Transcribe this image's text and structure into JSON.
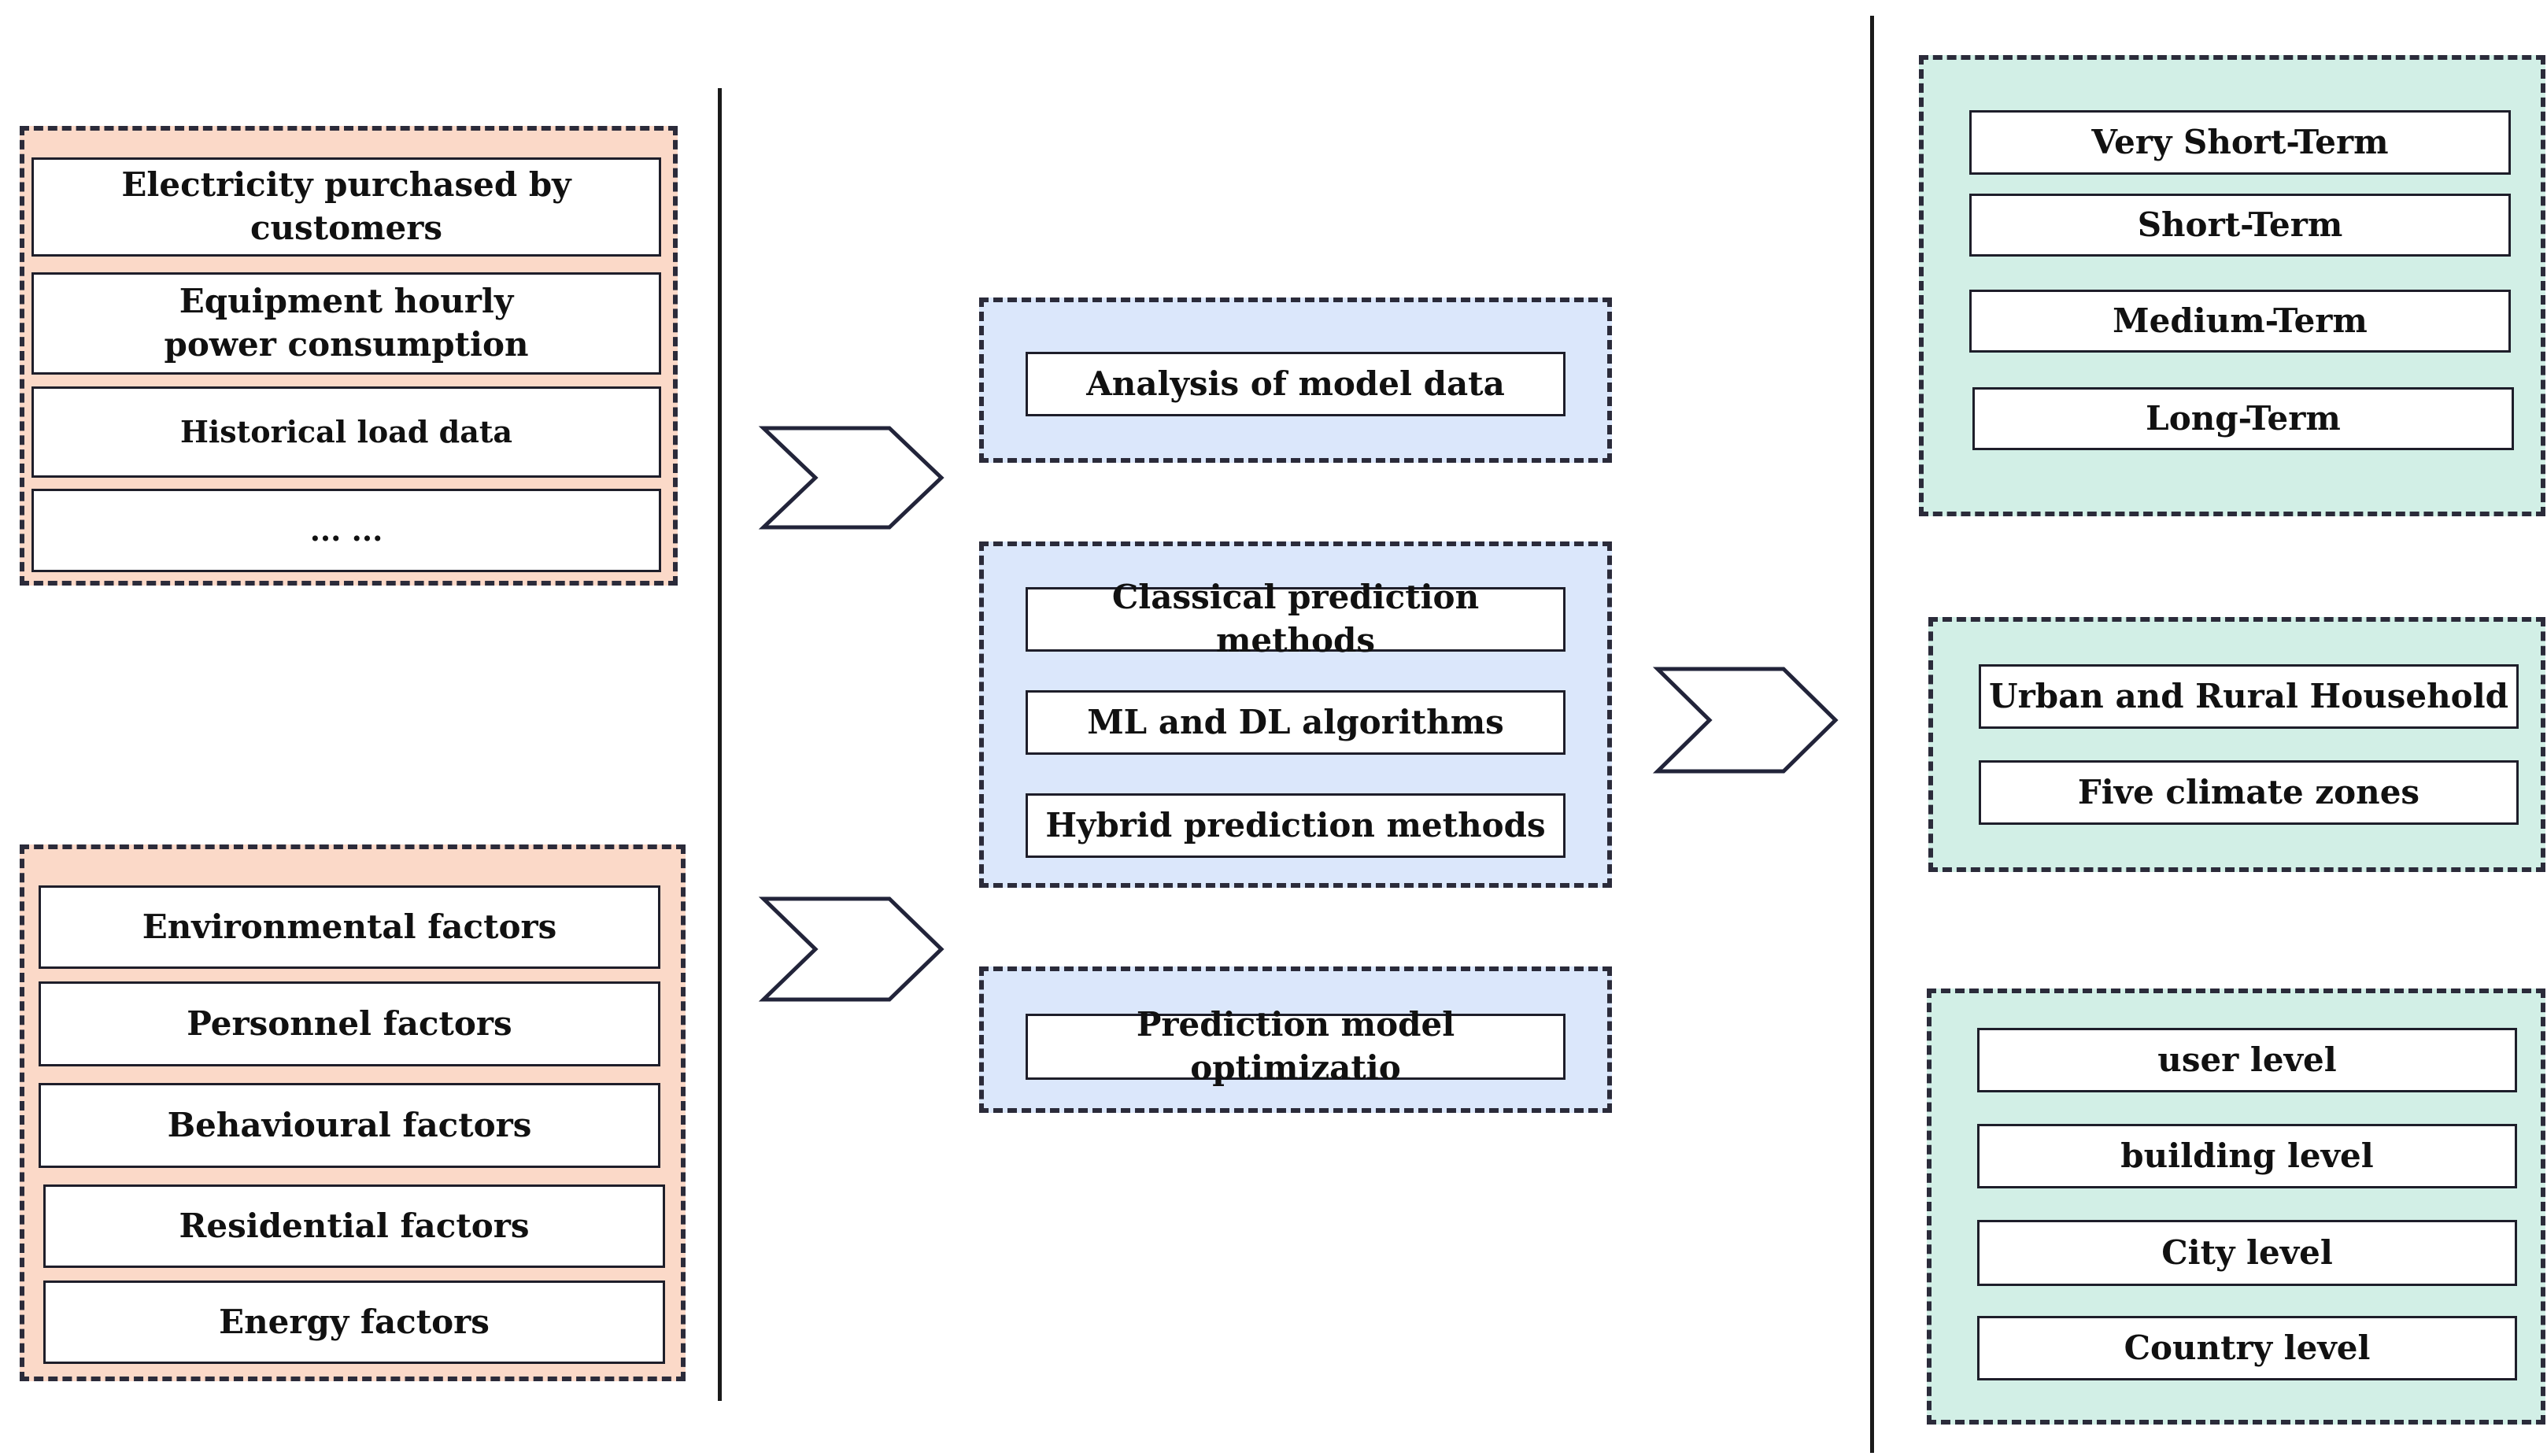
{
  "data_sources": {
    "items": [
      "Electricity purchased by customers",
      "Equipment hourly power consumption",
      "Historical load data",
      "... ..."
    ]
  },
  "influencing_factors": {
    "items": [
      "Environmental factors",
      "Personnel factors",
      "Behavioural factors",
      "Residential factors",
      "Energy factors"
    ]
  },
  "model_analysis": {
    "items": [
      "Analysis of model data"
    ]
  },
  "prediction_methods": {
    "items": [
      "Classical prediction methods",
      "ML and DL algorithms",
      "Hybrid prediction methods"
    ]
  },
  "model_optimization": {
    "items": [
      "Prediction model optimizatio"
    ]
  },
  "time_horizons": {
    "items": [
      "Very Short-Term",
      "Short-Term",
      "Medium-Term",
      "Long-Term"
    ]
  },
  "regions": {
    "items": [
      "Urban and Rural Household",
      "Five climate zones"
    ]
  },
  "spatial_levels": {
    "items": [
      "user level",
      "building level",
      "City level",
      "Country level"
    ]
  },
  "colors": {
    "orange_group": "#fbd9c8",
    "blue_group": "#dbe7fb",
    "green_group": "#d2efe6",
    "outline": "#1e1e2a"
  }
}
